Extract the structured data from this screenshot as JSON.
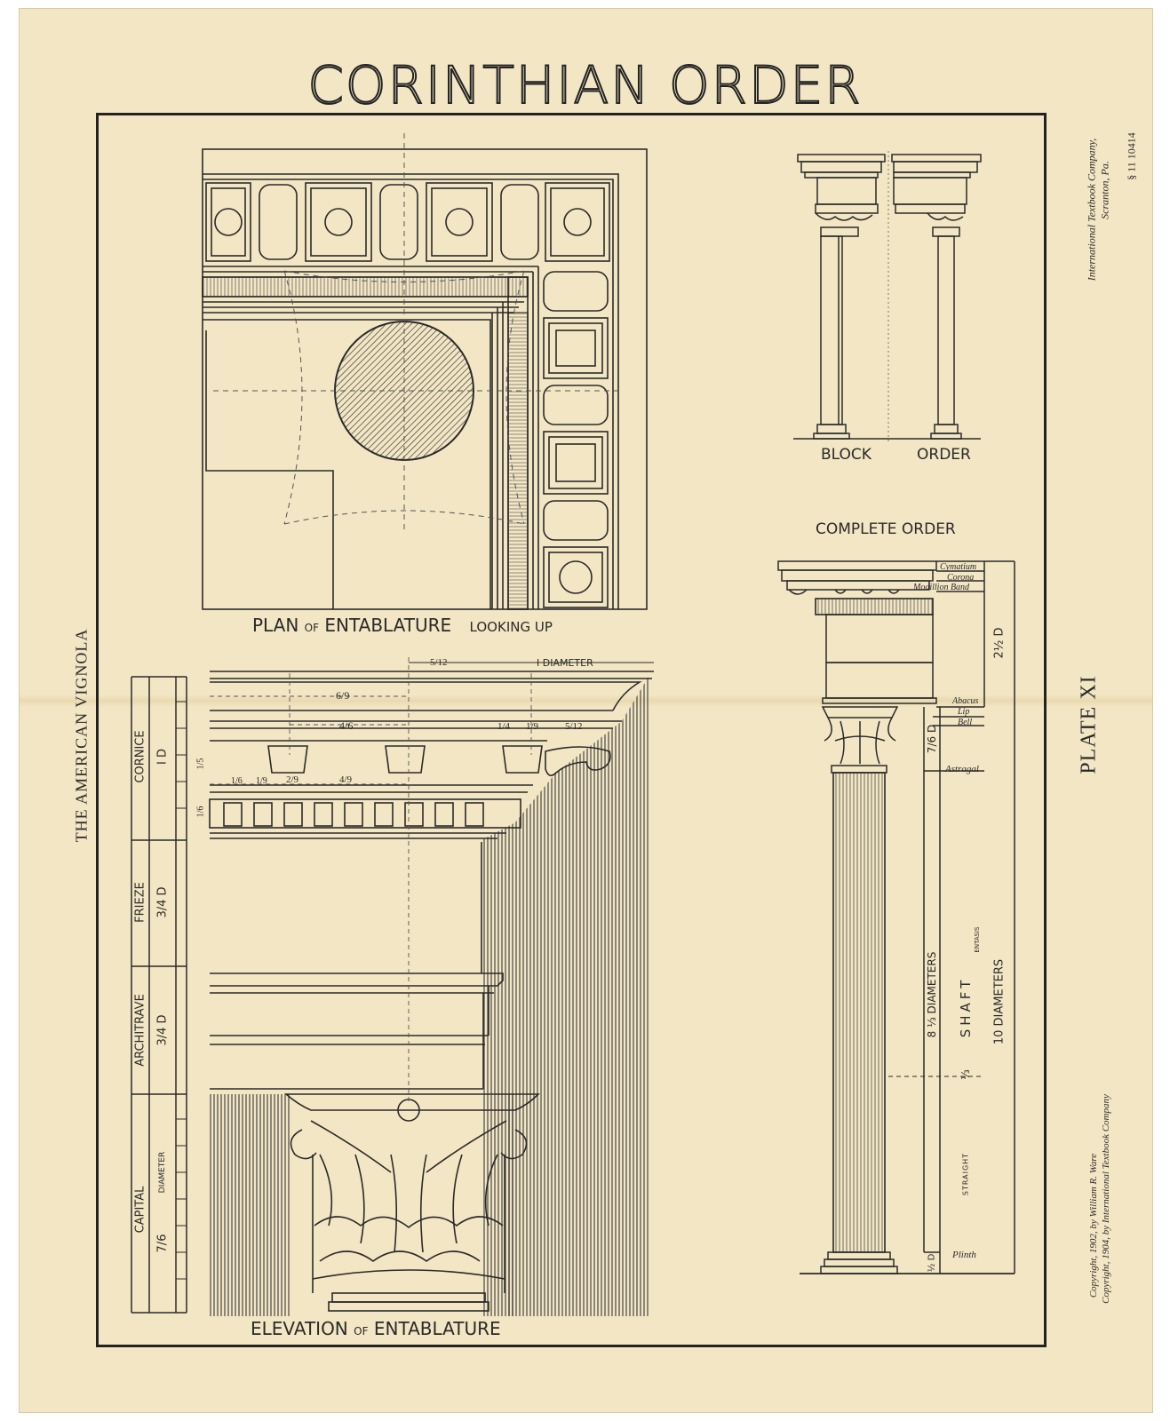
{
  "title": "CORINTHIAN ORDER",
  "side_title": "THE AMERICAN VIGNOLA",
  "plate": "PLATE XI",
  "publisher": {
    "line1": "International Textbook Company,",
    "line2": "Scranton, Pa.",
    "number": "§ 11   10414"
  },
  "copyright": {
    "line1": "Copyright, 1902, by William R. Ware",
    "line2": "Copyright, 1904, by International Textbook Company"
  },
  "plan": {
    "caption_a": "PLAN",
    "caption_of": "OF",
    "caption_b": "ENTABLATURE",
    "caption_c": "LOOKING UP"
  },
  "small_views": {
    "block": "BLOCK",
    "order": "ORDER"
  },
  "complete": {
    "heading": "COMPLETE ORDER",
    "labels": {
      "cymatium": "Cymatium",
      "corona": "Corona",
      "modillion": "Modillion Band",
      "abacus": "Abacus",
      "lip": "Lip",
      "bell": "Bell",
      "astragal": "Astragal",
      "plinth": "Plinth",
      "shaft": "SHAFT",
      "entasis": "ENTASIS",
      "straight": "STRAIGHT",
      "ent_height": "2½ D",
      "cap_height": "7/6 D",
      "shaft_height": "8 ⅓   DIAMETERS",
      "total_height": "10   DIAMETERS",
      "third": "⅓",
      "half": "½ D"
    }
  },
  "elevation": {
    "caption_a": "ELEVATION",
    "caption_of": "OF",
    "caption_b": "ENTABLATURE",
    "dims": {
      "five_twelfths": "5/12",
      "one_diameter": "I DIAMETER",
      "six_ninths": "6/9",
      "four_sixths": "4/6",
      "one_quarter": "1/4",
      "one_ninth": "1/9",
      "five_twelfths_b": "5/12",
      "one_sixth": "1/6",
      "one_ninth_b": "1/9",
      "two_ninths": "2/9",
      "four_ninths": "4/9",
      "one_fifth": "1/5",
      "one_sixth_b": "1/6"
    },
    "scale": {
      "cornice": "CORNICE",
      "cornice_d": "I  D",
      "frieze": "FRIEZE",
      "frieze_d": "3/4  D",
      "architrave": "ARCHITRAVE",
      "architrave_d": "3/4  D",
      "capital": "CAPITAL",
      "capital_d": "7/6",
      "capital_diam": "DIAMETER"
    }
  }
}
